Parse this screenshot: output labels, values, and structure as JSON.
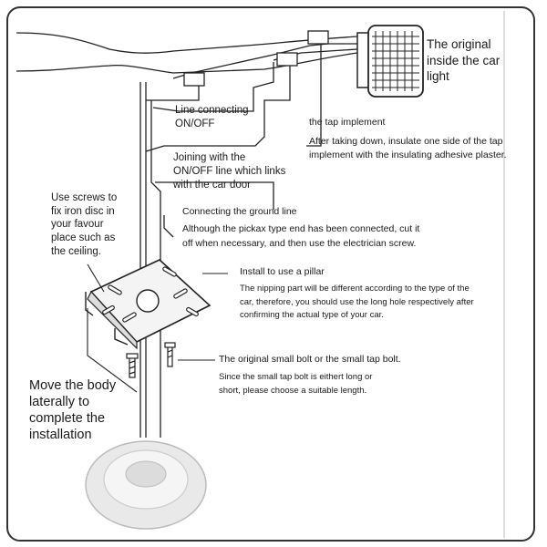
{
  "labels": {
    "original_light": [
      "The original",
      "inside the car",
      "light"
    ],
    "line_onoff": [
      "Line connecting",
      "ON/OFF"
    ],
    "tap_title": "the tap implement",
    "tap_desc": [
      "After taking down, insulate one side of the tap",
      "implement with the insulating adhesive plaster."
    ],
    "joining": [
      "Joining with the",
      "ON/OFF line which links",
      "with the car door"
    ],
    "screws": [
      "Use screws to",
      "fix iron disc in",
      "your favour",
      "place such as",
      "the ceiling."
    ],
    "ground_title": "Connecting the ground line",
    "ground_desc": [
      "Although the pickax type end has been connected, cut it",
      "off when necessary, and then use the electrician screw."
    ],
    "pillar_title": "Install to use a pillar",
    "pillar_desc": [
      "The nipping part will be different according to the type of the",
      "car, therefore, you should use the long hole respectively after",
      "confirming the actual type of your car."
    ],
    "bolt_title": "The original small bolt or the small tap bolt.",
    "bolt_desc": [
      "Since  the small tap bolt is eithert long or",
      "short, please choose a  suitable length."
    ],
    "move": [
      "Move the body",
      "laterally to",
      "complete the",
      "installation"
    ]
  },
  "colors": {
    "ink": "#1a1a1a",
    "frame": "#333333",
    "lamp": "#e6e6e6",
    "plate": "#f4f4f4"
  }
}
